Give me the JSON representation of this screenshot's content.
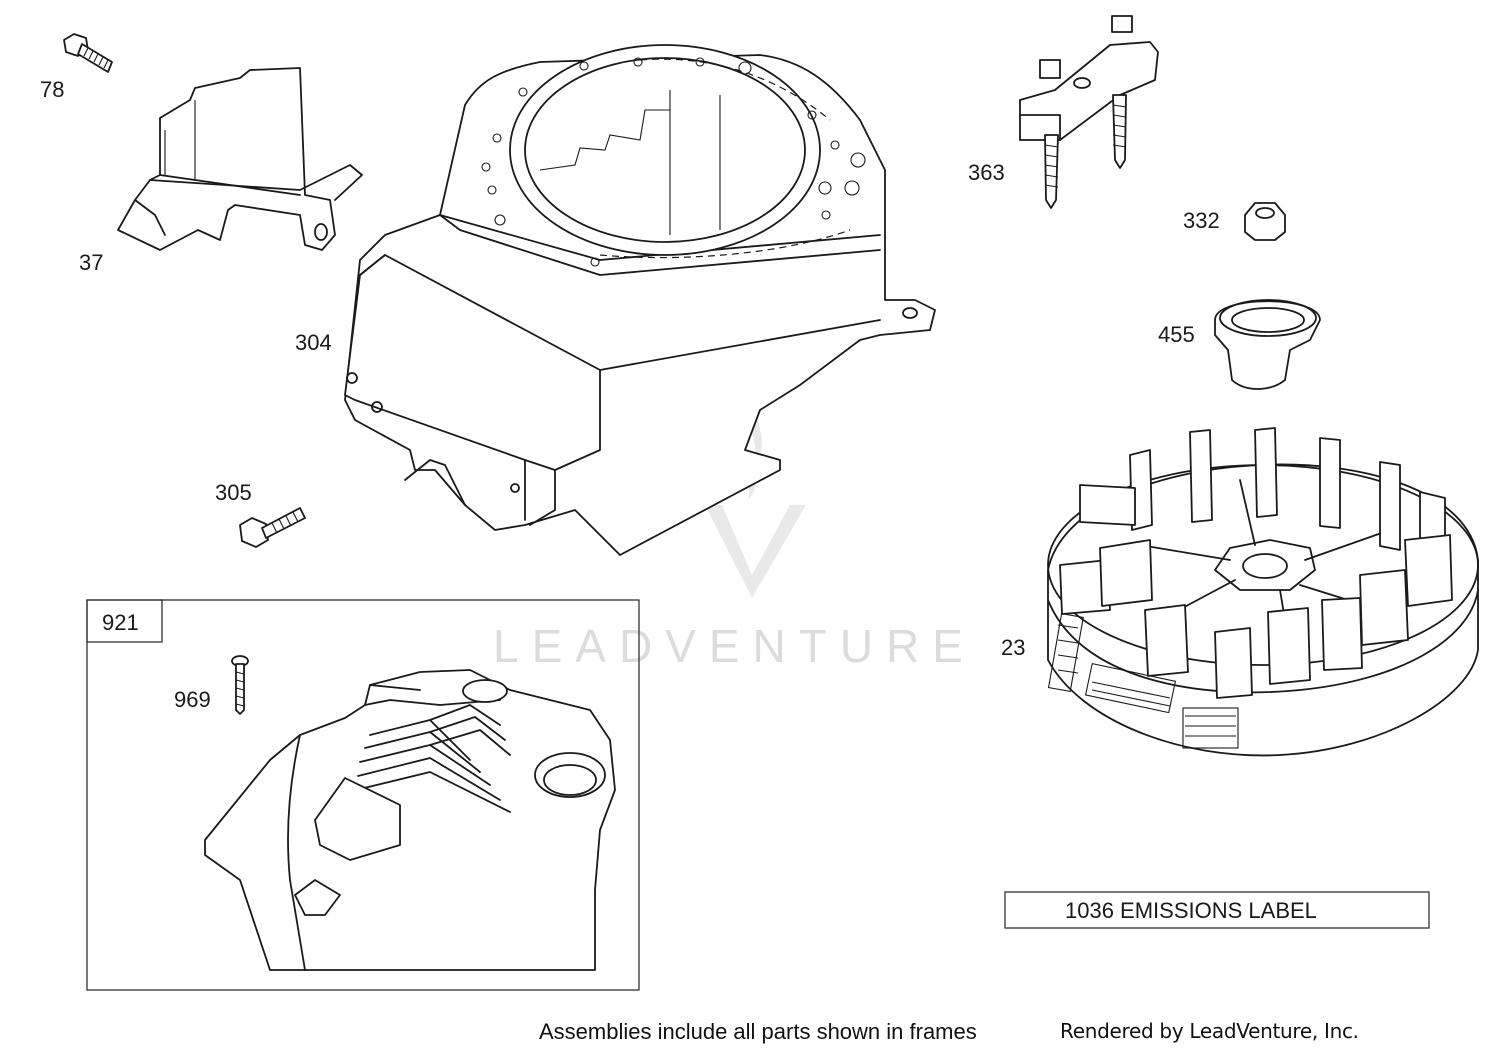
{
  "callouts": {
    "p78": "78",
    "p37": "37",
    "p304": "304",
    "p305": "305",
    "p363": "363",
    "p332": "332",
    "p455": "455",
    "p23": "23",
    "p969": "969"
  },
  "assembly_frame": {
    "label": "921"
  },
  "emissions_label": {
    "text": "1036  EMISSIONS LABEL"
  },
  "watermark": {
    "text": "LEADVENTURE"
  },
  "footer": {
    "note": "Assemblies include all parts shown in frames",
    "credit": "Rendered by LeadVenture, Inc."
  }
}
